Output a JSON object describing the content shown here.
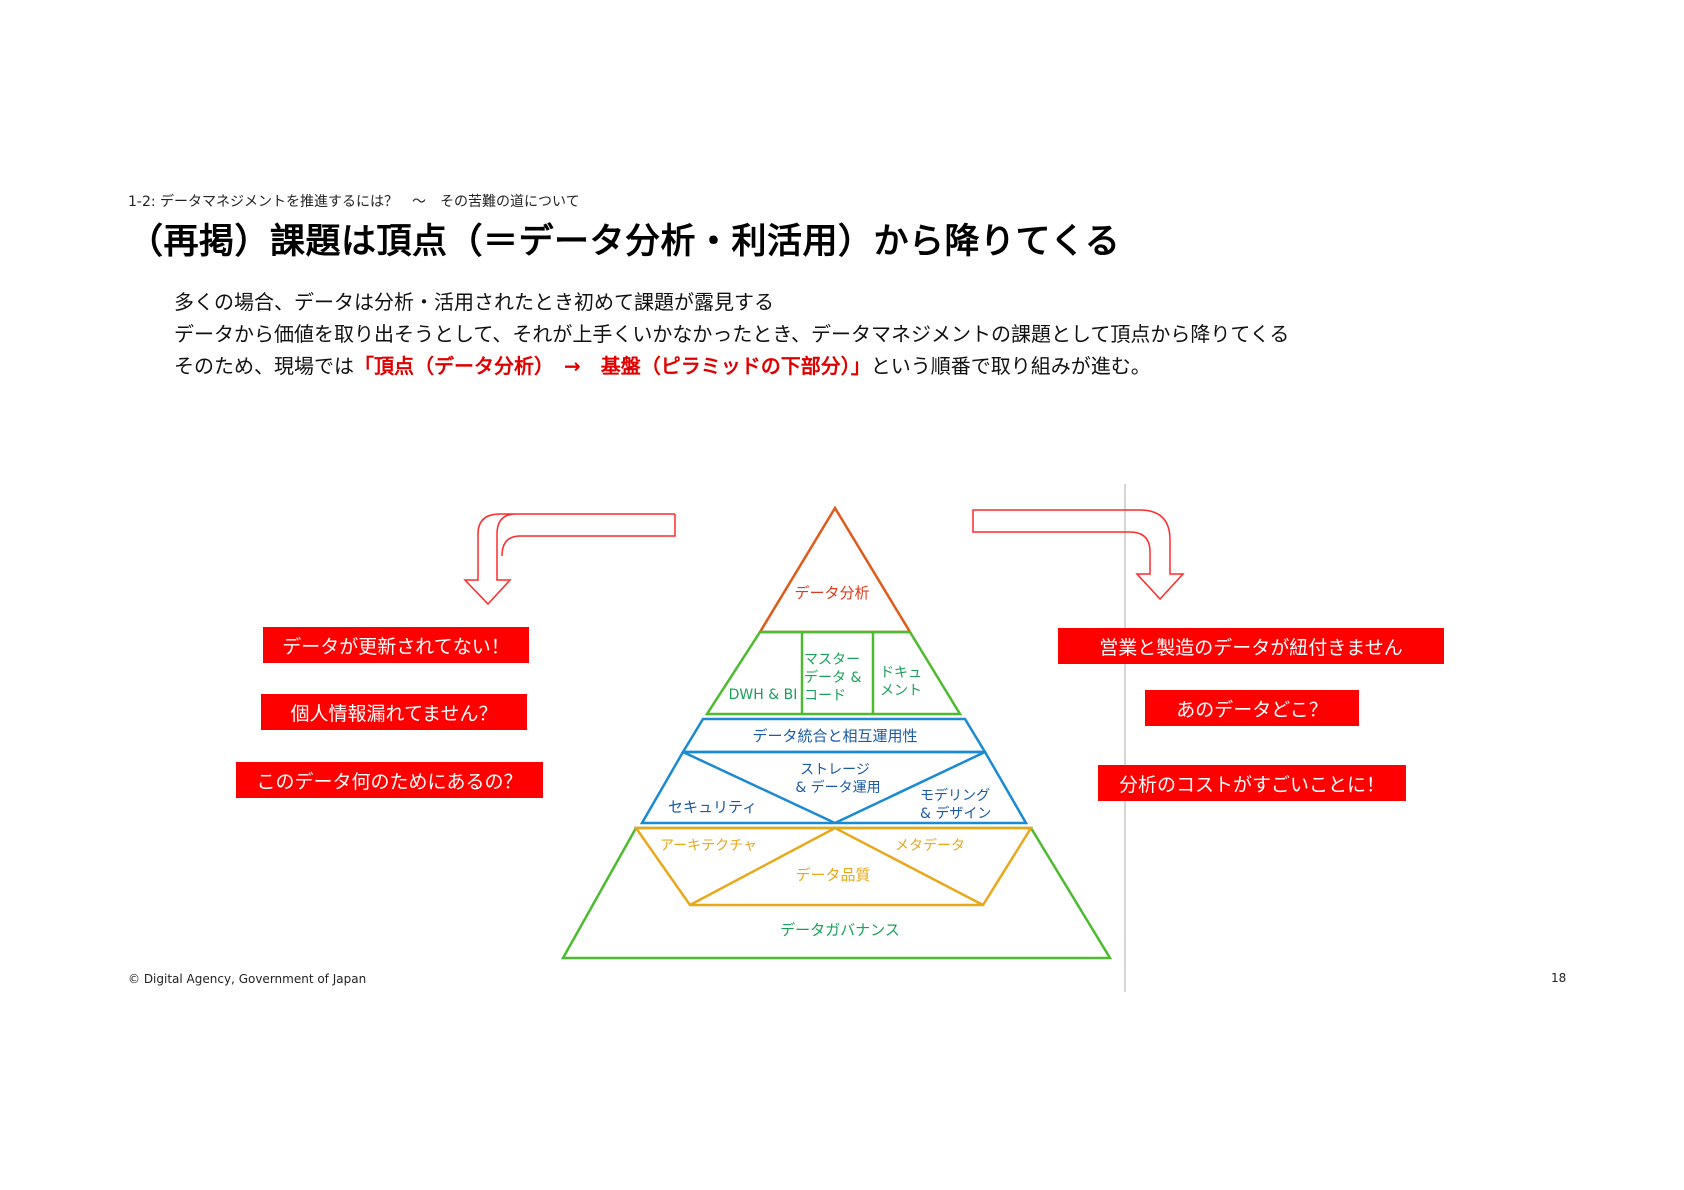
{
  "header": {
    "breadcrumb": "1-2: データマネジメントを推進するには？　〜　その苦難の道について",
    "title": "（再掲）課題は頂点（＝データ分析・利活用）から降りてくる"
  },
  "body": {
    "line1": "多くの場合、データは分析・活用されたとき初めて課題が露見する",
    "line2": "データから価値を取り出そうとして、それが上手くいかなかったとき、データマネジメントの課題として頂点から降りてくる",
    "line3_prefix": "そのため、現場では",
    "line3_highlight": "「頂点（データ分析）　→　基盤（ピラミッドの下部分）」",
    "line3_suffix": "という順番で取り組みが進む。"
  },
  "pyramid": {
    "top": "データ分析",
    "bi_dwh": "DWH & BI",
    "master_data_l1": "マスター",
    "master_data_l2": "データ &",
    "master_data_l3": "コード",
    "document_l1": "ドキュ",
    "document_l2": "メント",
    "integration": "データ統合と相互運用性",
    "storage_l1": "ストレージ",
    "storage_l2": "& データ運用",
    "security": "セキュリティ",
    "modeling_l1": "モデリング",
    "modeling_l2": "& デザイン",
    "architecture": "アーキテクチャ",
    "metadata": "メタデータ",
    "quality": "データ品質",
    "governance": "データガバナンス"
  },
  "issues_left": [
    "データが更新されてない！",
    "個人情報漏れてません？",
    "このデータ何のためにあるの？"
  ],
  "issues_right": [
    "営業と製造のデータが紐付きません",
    "あのデータどこ？",
    "分析のコストがすごいことに！"
  ],
  "footer": {
    "copyright": "© Digital Agency, Government of Japan",
    "page_number": "18"
  },
  "colors": {
    "accent_red": "#ff0000",
    "orange": "#e05a1a",
    "green": "#4cbb2e",
    "text_green": "#1aa05a",
    "blue": "#1a8ad4",
    "text_blue": "#1a5aa8",
    "yellow": "#e8a81a"
  }
}
